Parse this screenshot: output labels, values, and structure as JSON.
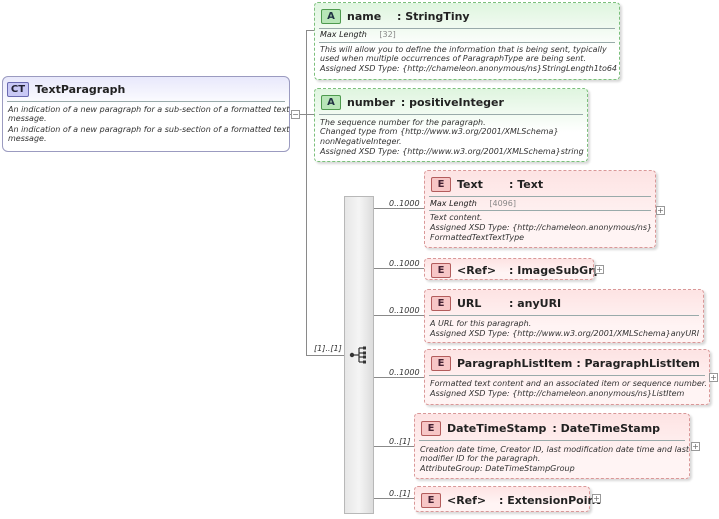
{
  "complex_type": {
    "badge": "CT",
    "name": "TextParagraph",
    "desc1": "An indication of a new paragraph for a sub-section of a formatted text",
    "desc2": "message.",
    "desc3": "An indication of a new paragraph for a sub-section of a formatted text",
    "desc4": "message."
  },
  "sequence_cardinality": "[1]..[1]",
  "attributes": [
    {
      "badge": "A",
      "name": "name",
      "type": ": StringTiny",
      "facet_label": "Max Length",
      "facet_value": "[32]",
      "lines": [
        "This will allow you to define the information that is being sent, typically",
        "used when multiple occurrences of ParagraphType are being sent.",
        "Assigned XSD Type: {http://chameleon.anonymous/ns}StringLength1to64"
      ]
    },
    {
      "badge": "A",
      "name": "number",
      "type": ": positiveInteger",
      "lines": [
        "The sequence number for the paragraph.",
        "Changed type from {http://www.w3.org/2001/XMLSchema}",
        "nonNegativeInteger.",
        "Assigned XSD Type: {http://www.w3.org/2001/XMLSchema}string"
      ]
    }
  ],
  "elements": [
    {
      "badge": "E",
      "name": "Text",
      "type": ": Text",
      "card": "0..1000",
      "facet_label": "Max Length",
      "facet_value": "[4096]",
      "lines": [
        "Text content.",
        "Assigned XSD Type: {http://chameleon.anonymous/ns}",
        "FormattedTextTextType"
      ]
    },
    {
      "badge": "E",
      "name": "<Ref>",
      "type": ": ImageSubGrp",
      "card": "0..1000",
      "lines": []
    },
    {
      "badge": "E",
      "name": "URL",
      "type": ": anyURI",
      "card": "0..1000",
      "lines": [
        "A URL for this paragraph.",
        "Assigned XSD Type: {http://www.w3.org/2001/XMLSchema}anyURI"
      ]
    },
    {
      "badge": "E",
      "name": "ParagraphListItem",
      "type": ": ParagraphListItem",
      "card": "0..1000",
      "lines": [
        "Formatted text content and an associated item or sequence number.",
        "Assigned XSD Type: {http://chameleon.anonymous/ns}ListItem"
      ]
    },
    {
      "badge": "E",
      "name": "DateTimeStamp",
      "type": ": DateTimeStamp",
      "card": "0..[1]",
      "lines": [
        "Creation date time, Creator ID, last modification date time and last",
        "modifier ID for the paragraph.",
        "AttributeGroup: DateTimeStampGroup"
      ]
    },
    {
      "badge": "E",
      "name": "<Ref>",
      "type": ": ExtensionPoint",
      "card": "0..[1]",
      "lines": []
    }
  ]
}
